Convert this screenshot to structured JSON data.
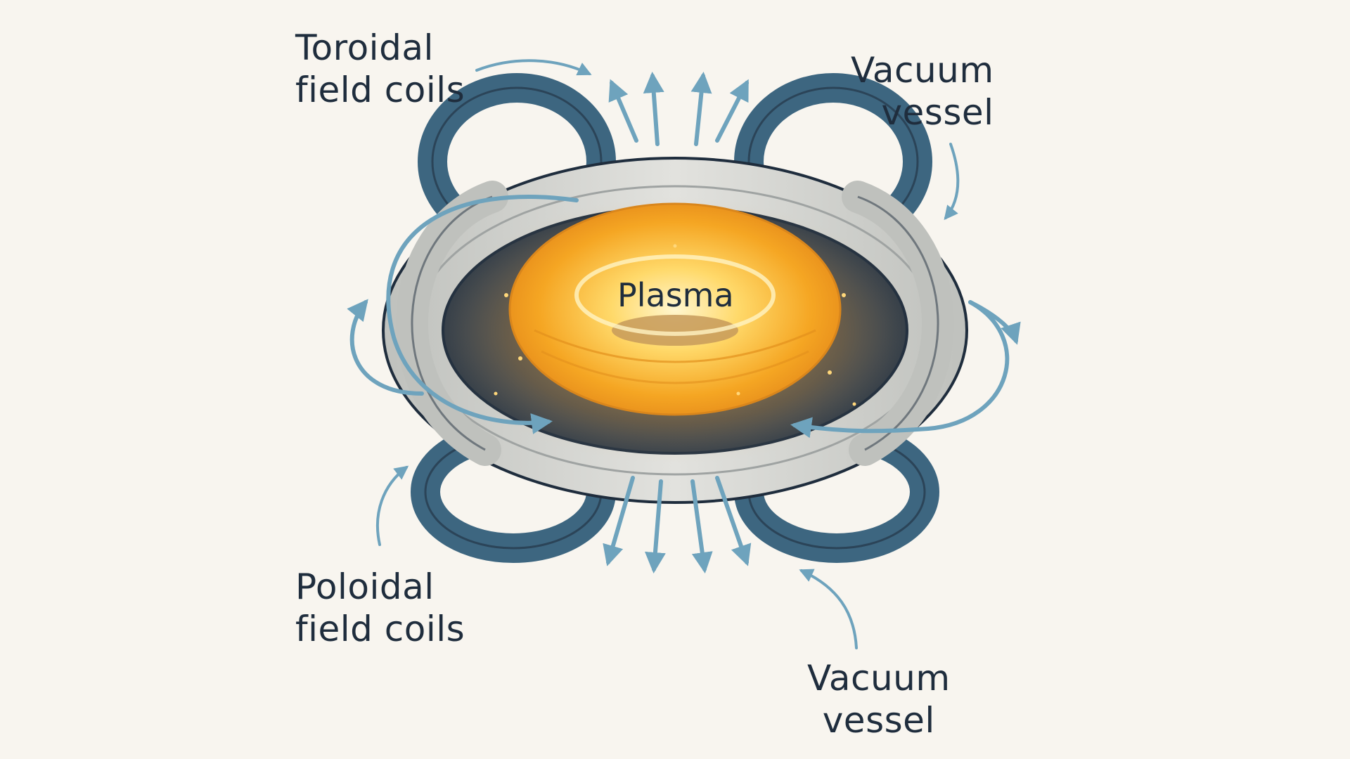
{
  "labels": {
    "toroidal": {
      "line1": "Toroidal",
      "line2": "field coils"
    },
    "vacuum_top": {
      "line1": "Vacuum",
      "line2": "vessel"
    },
    "poloidal": {
      "line1": "Poloidal",
      "line2": "field coils"
    },
    "vacuum_bottom": {
      "line1": "Vacuum",
      "line2": "vessel"
    },
    "plasma": "Plasma"
  },
  "colors": {
    "background": "#f8f5ef",
    "coil_blue": "#3d6680",
    "vessel_gray": "#c9cac6",
    "plasma_orange": "#f5a623",
    "field_arrow": "#6ea3bd",
    "outline": "#1f2d3d"
  }
}
